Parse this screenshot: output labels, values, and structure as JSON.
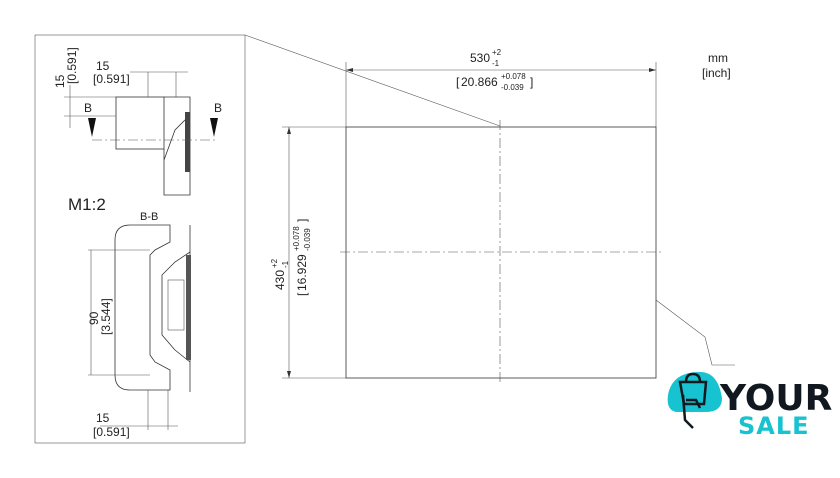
{
  "units": {
    "mm": "mm",
    "inch": "[inch]"
  },
  "width_dim": {
    "value": "530",
    "tol_upper": "+2",
    "tol_lower": "-1",
    "inch": "20.866",
    "inch_tol_upper": "+0.078",
    "inch_tol_lower": "-0.039"
  },
  "height_dim": {
    "value": "430",
    "tol_upper": "+2",
    "tol_lower": "-1",
    "inch": "16.929",
    "inch_tol_upper": "+0.078",
    "inch_tol_lower": "-0.039"
  },
  "detail": {
    "scale": "M1:2",
    "section_label": "B-B",
    "section_marker": "B",
    "top_vertical_dim": {
      "mm": "15",
      "inch": "[0.591]"
    },
    "top_horizontal_dim": {
      "mm": "15",
      "inch": "[0.591]"
    },
    "handle_height_dim": {
      "mm": "90",
      "inch": "[3.544]"
    },
    "bottom_horizontal_dim": {
      "mm": "15",
      "inch": "[0.591]"
    }
  },
  "logo": {
    "line1": "YOUR",
    "line2": "SALE",
    "colors": {
      "dark": "#111820",
      "accent": "#17c3d1"
    }
  }
}
